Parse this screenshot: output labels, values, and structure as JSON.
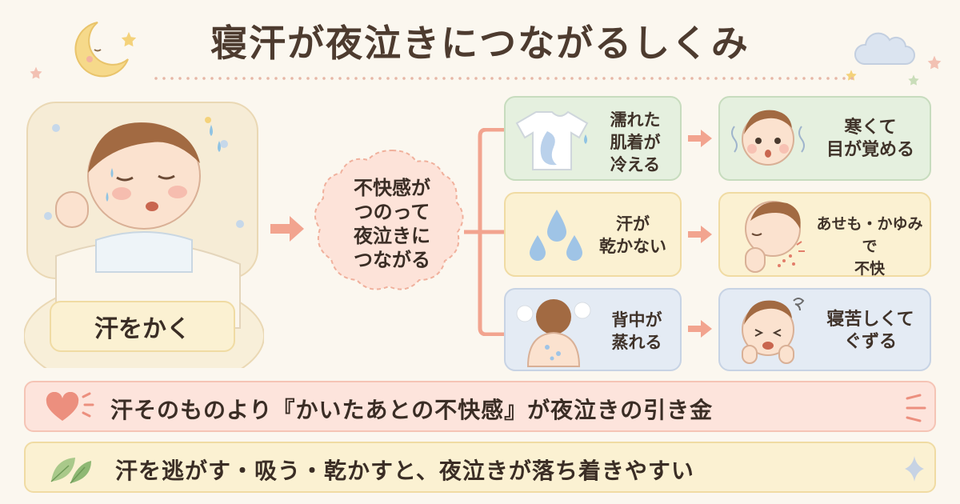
{
  "title": "寝汗が夜泣きにつながるしくみ",
  "left_label": "汗をかく",
  "center_bubble": [
    "不快感が",
    "つのって",
    "夜泣きに",
    "つながる"
  ],
  "causes": [
    {
      "lines": [
        "濡れた",
        "肌着が",
        "冷える"
      ]
    },
    {
      "lines": [
        "汗が",
        "乾かない"
      ]
    },
    {
      "lines": [
        "背中が",
        "蒸れる"
      ]
    }
  ],
  "effects": [
    {
      "lines": [
        "寒くて",
        "目が覚める"
      ]
    },
    {
      "lines": [
        "あせも・かゆみで",
        "不快"
      ]
    },
    {
      "lines": [
        "寝苦しくて",
        "ぐずる"
      ]
    }
  ],
  "bottom_bars": [
    {
      "text": "汗そのものより『かいたあとの不快感』が夜泣きの引き金",
      "icon": "heart-icon"
    },
    {
      "text": "汗を逃がす・吸う・乾かすと、夜泣きが落ち着きやすい",
      "icon": "leaf-icon"
    }
  ],
  "colors": {
    "accent_arrow": "#f2a48f",
    "green": "#e5f0df",
    "yellow": "#fbf1d2",
    "blue": "#e4ebf4",
    "pink_bar": "#fde4dc"
  }
}
